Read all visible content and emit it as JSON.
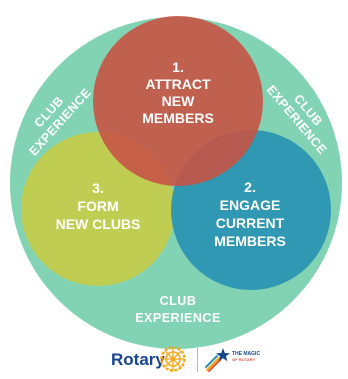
{
  "colors": {
    "outer": "#82d2b4",
    "attract": "#c75445",
    "engage": "#2b93b3",
    "form": "#c4cd4b",
    "brand_blue": "#17458f",
    "brand_gold": "#f7a81b"
  },
  "ring_labels": {
    "top_left": [
      "CLUB",
      "EXPERIENCE"
    ],
    "top_right": [
      "CLUB",
      "EXPERIENCE"
    ],
    "bottom": [
      "CLUB",
      "EXPERIENCE"
    ]
  },
  "circles": {
    "attract": [
      "1.",
      "ATTRACT",
      "NEW",
      "MEMBERS"
    ],
    "engage": [
      "2.",
      "ENGAGE",
      "CURRENT",
      "MEMBERS"
    ],
    "form": [
      "3.",
      "FORM",
      "NEW CLUBS"
    ]
  },
  "footer": {
    "rotary_logo": {
      "wordmark": "Rotary",
      "icon": "rotary-wheel-icon"
    },
    "magic_logo": {
      "line1": "THE MAGIC",
      "line2": "OF ROTARY",
      "icon": "magic-star-icon"
    }
  }
}
